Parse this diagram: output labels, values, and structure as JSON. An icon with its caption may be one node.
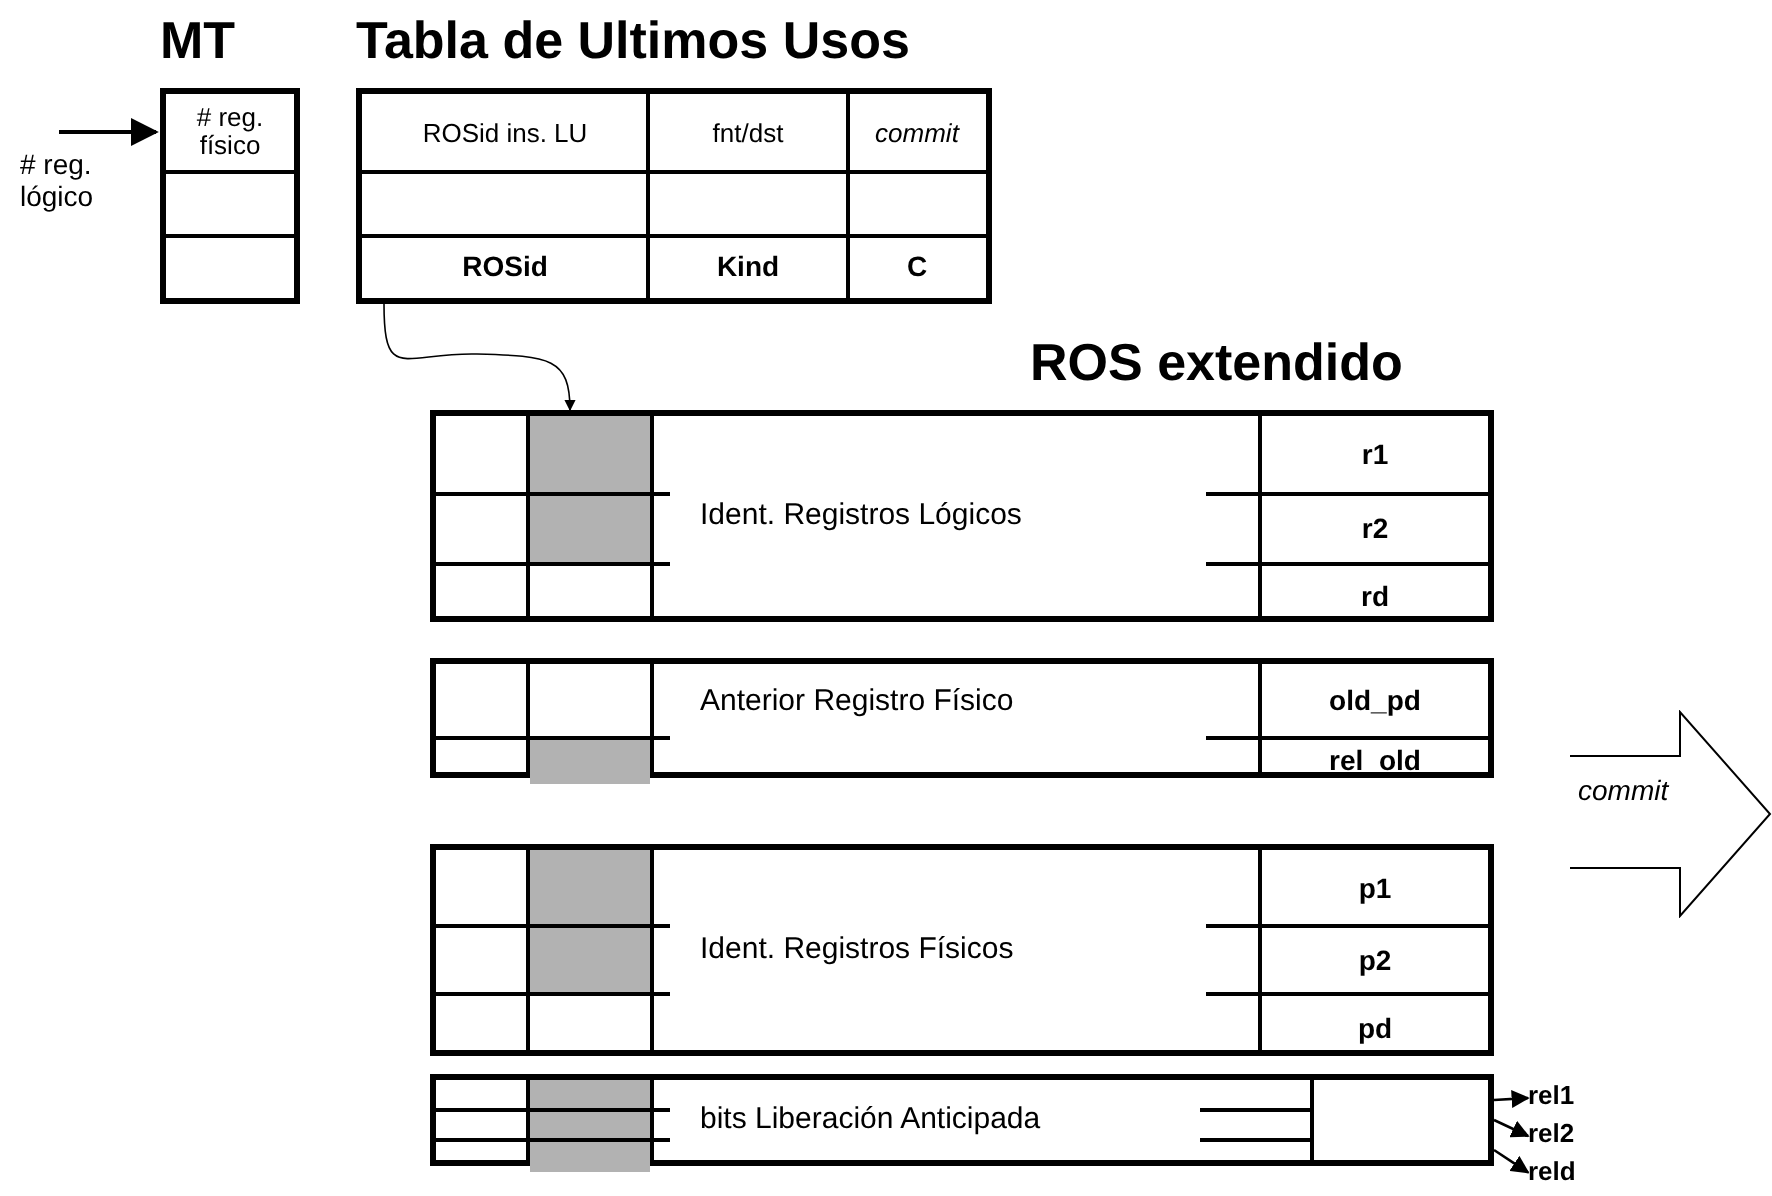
{
  "diagram": {
    "nodes": [
      {
        "text": [
          "MT",
          "# reg. físico"
        ]
      },
      {
        "text": [
          "# reg. lógico"
        ]
      },
      {
        "text": [
          "Tabla de Ultimos Usos",
          "ROSid ins. LU",
          "fnt/dst",
          "commit",
          "ROSid",
          "Kind",
          "C"
        ]
      },
      {
        "text": [
          "Ident. Registros Lógicos",
          "r1",
          "r2",
          "rd"
        ]
      },
      {
        "text": [
          "Anterior Registro Físico",
          "old_pd",
          "rel_old"
        ]
      },
      {
        "text": [
          "Ident. Registros Físicos",
          "p1",
          "p2",
          "pd"
        ]
      },
      {
        "text": [
          "bits Liberación Anticipada"
        ]
      },
      {
        "text": [
          "rel1"
        ]
      },
      {
        "text": [
          "rel2"
        ]
      },
      {
        "text": [
          "reld"
        ]
      },
      {
        "text": [
          "commit"
        ]
      }
    ],
    "edges": [
      {
        "from": 1,
        "to": 0,
        "arrow": "to"
      },
      {
        "from": 2,
        "to": 3,
        "arrow": "to"
      },
      {
        "from": 6,
        "to": 7,
        "arrow": "to"
      },
      {
        "from": 6,
        "to": 8,
        "arrow": "to"
      },
      {
        "from": 6,
        "to": 9,
        "arrow": "to"
      }
    ],
    "labels": [
      "ROS extendido"
    ]
  }
}
